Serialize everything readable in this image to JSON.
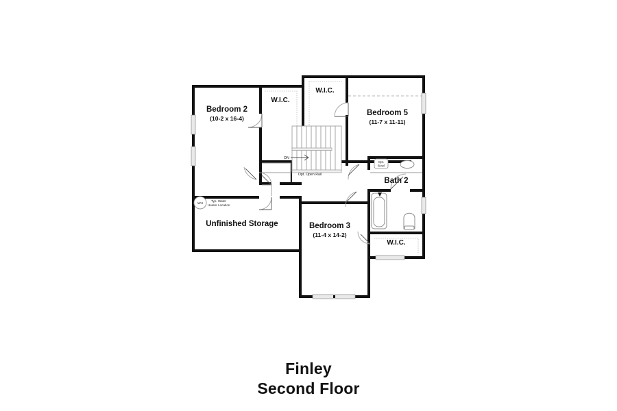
{
  "title": {
    "plan_name": "Finley",
    "floor_label": "Second Floor"
  },
  "rooms": [
    {
      "name": "Bedroom 2",
      "dimensions": "(10-2 x 16-4)"
    },
    {
      "name": "Bedroom 5",
      "dimensions": "(11-7 x 11-11)"
    },
    {
      "name": "Bedroom 3",
      "dimensions": "(11-4 x 14-2)"
    },
    {
      "name": "Bath 2",
      "dimensions": ""
    },
    {
      "name": "Unfinished Storage",
      "dimensions": ""
    }
  ],
  "closets": [
    {
      "label": "W.I.C."
    },
    {
      "label": "W.I.C."
    },
    {
      "label": "W.I.C."
    }
  ],
  "annotations": {
    "stair_direction": "DN",
    "stair_rail_note": "Opt. Open Rail",
    "water_heater_tag": "WH",
    "water_heater_note_line1": "Typ. Water",
    "water_heater_note_line2": "Heater Location",
    "opt_bowl_line1": "Opt.",
    "opt_bowl_line2": "Bowl"
  },
  "colors": {
    "wall": "#111111",
    "background": "#ffffff",
    "fixture_stroke": "#8d8d8d",
    "window_fill": "#e9e9e9",
    "text": "#111111"
  }
}
